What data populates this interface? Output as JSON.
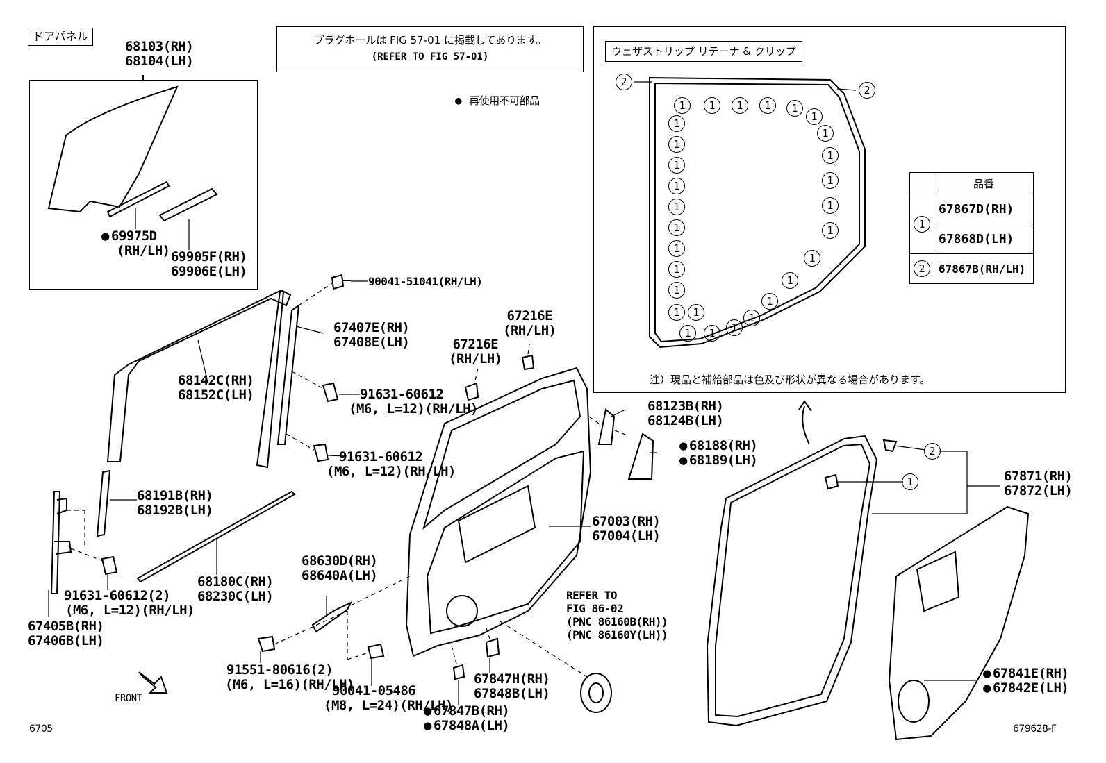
{
  "header": {
    "door_panel_tag": "ドアパネル",
    "plug_note_line1": "プラグホールは FIG 57-01 に掲載してあります。",
    "plug_note_line2": "(REFER TO FIG 57-01)",
    "non_reusable_legend": "再使用不可部品",
    "weatherstrip_title": "ウェザストリップ リテーナ & クリップ",
    "color_note": "注）現品と補給部品は色及び形状が異なる場合があります。",
    "page_code": "6705",
    "figure_code": "679628-F"
  },
  "parts_table": {
    "header": "品番",
    "rows": [
      {
        "ref": "1",
        "parts": [
          "67867D(RH)",
          "67868D(LH)"
        ]
      },
      {
        "ref": "2",
        "parts": [
          "67867B(RH/LH)"
        ]
      }
    ]
  },
  "callouts": {
    "glass": [
      "68103(RH)",
      "68104(LH)"
    ],
    "p69975": [
      "69975D",
      "(RH/LH)"
    ],
    "p69905": [
      "69905F(RH)",
      "69906E(LH)"
    ],
    "p90041a": "90041-51041(RH/LH)",
    "p67407": [
      "67407E(RH)",
      "67408E(LH)"
    ],
    "p68142": [
      "68142C(RH)",
      "68152C(LH)"
    ],
    "p67216a": [
      "67216E",
      "(RH/LH)"
    ],
    "p67216b": [
      "67216E",
      "(RH/LH)"
    ],
    "p91631a": [
      "91631-60612",
      "(M6, L=12)(RH/LH)"
    ],
    "p91631b": [
      "91631-60612",
      "(M6, L=12)(RH/LH)"
    ],
    "p68123": [
      "68123B(RH)",
      "68124B(LH)"
    ],
    "p68188": [
      "68188(RH)",
      "68189(LH)"
    ],
    "p68191": [
      "68191B(RH)",
      "68192B(LH)"
    ],
    "p67003": [
      "67003(RH)",
      "67004(LH)"
    ],
    "p68630": [
      "68630D(RH)",
      "68640A(LH)"
    ],
    "p91631c": [
      "91631-60612(2)",
      "(M6, L=12)(RH/LH)"
    ],
    "p68180": [
      "68180C(RH)",
      "68230C(LH)"
    ],
    "p67405": [
      "67405B(RH)",
      "67406B(LH)"
    ],
    "p91551": [
      "91551-80616(2)",
      "(M6, L=16)(RH/LH)"
    ],
    "p90041b": [
      "90041-05486",
      "(M8, L=24)(RH/LH)"
    ],
    "p67847h": [
      "67847H(RH)",
      "67848B(LH)"
    ],
    "p67847b": [
      "67847B(RH)",
      "67848A(LH)"
    ],
    "refer86": [
      "REFER TO",
      "FIG 86-02",
      "(PNC 86160B(RH))",
      "(PNC 86160Y(LH))"
    ],
    "p67871": [
      "67871(RH)",
      "67872(LH)"
    ],
    "p67841": [
      "67841E(RH)",
      "67842E(LH)"
    ],
    "front": "FRONT",
    "ref1": "1",
    "ref2": "2"
  }
}
